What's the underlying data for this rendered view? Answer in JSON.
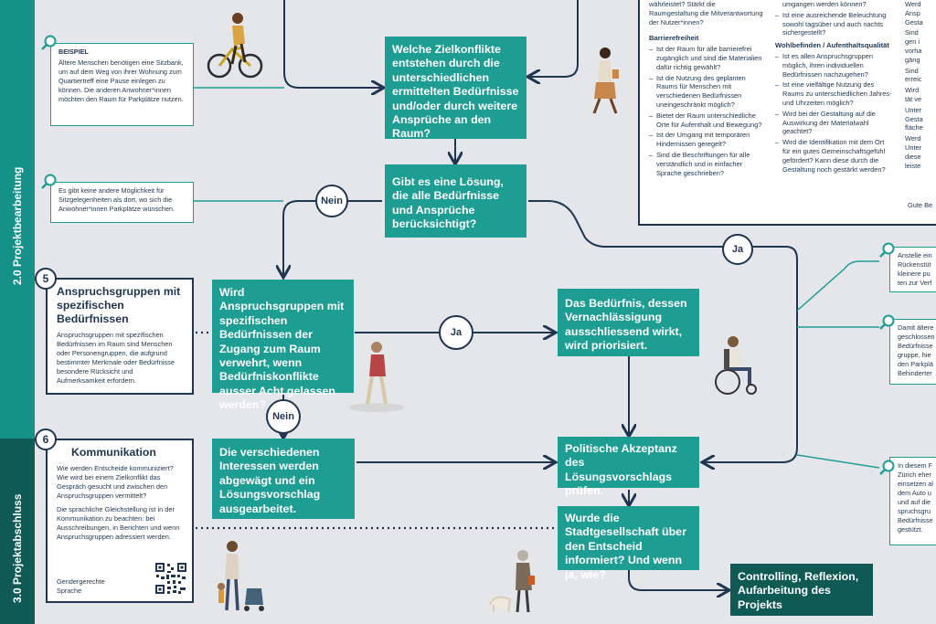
{
  "sections": {
    "projektbearbeitung": "2.0 Projektbearbeitung",
    "projektabschluss": "3.0 Projektabschluss"
  },
  "flow": {
    "zielkonflikte": "Welche Zielkonflikte entstehen durch die unterschiedlichen ermittelten Bedürfnisse und/oder durch weitere Ansprüche an den Raum?",
    "loesung": "Gibt es eine Lösung, die alle Bedürfnisse und Ansprüche berücksichtigt?",
    "anspruchsgruppen_frage": "Wird Anspruchsgruppen mit spezifischen Bedürfnissen der Zugang zum Raum verwehrt, wenn Bedürfniskonflikte ausser Acht gelassen werden?",
    "vernachlaessigung": "Das Bedürfnis, dessen Vernachlässigung ausschliessend wirkt, wird priorisiert.",
    "interessen": "Die verschiedenen Interessen werden abgewägt und ein Lösungsvorschlag ausgearbeitet.",
    "akzeptanz": "Politische Akzeptanz des Lösungsvorschlags prüfen.",
    "stadtgesellschaft": "Wurde die Stadtgesellschaft über den Entscheid informiert? Und wenn ja, wie?",
    "controlling": "Controlling, Reflexion, Aufarbeitung des Projekts"
  },
  "labels": {
    "nein": "Nein",
    "ja": "Ja"
  },
  "examples": {
    "beispiel_label": "BEISPIEL",
    "ex1": "Ältere Menschen benötigen eine Sitzbank, um auf dem Weg von ihrer Wohnung zum Quartiertreff eine Pause einlegen zu können. Die anderen Anwohner*innen möchten den Raum für Parkplätze nutzen.",
    "ex2": "Es gibt keine andere Möglichkeit für Sitzgelegenheiten als dort, wo sich die Anwohner*innen Parkplätze wünschen.",
    "right1": "Anstelle ein Rückenstüt kleinere pu ten zur Verf",
    "right2": "Damit ältere geschlossen Bedürfnisse gruppe, hie den Parkplä Behinderter",
    "right3": "In diesem F Zürich eher einsetzen al dem Auto u und auf die spruchsgru Bedürfnisse gestützt."
  },
  "box5": {
    "num": "5",
    "title": "Anspruchsgruppen mit spezifischen Bedürfnissen",
    "text": "Anspruchsgruppen mit spezifischen Bedürfnissen im Raum sind Menschen oder Personengruppen, die aufgrund bestimmter Merkmale oder Bedürfnisse besondere Rücksicht und Aufmerksamkeit erfordern."
  },
  "box6": {
    "num": "6",
    "title": "Kommunikation",
    "text1": "Wie werden Entscheide kommuniziert? Wie wird bei einem Zielkonflikt das Gespräch gesucht und zwischen den Anspruchsgruppen vermittelt?",
    "text2": "Die sprachliche Gleichstellung ist in der Kommunikation zu beachten: bei Ausschreibungen, in Berichten und wenn Anspruchsgruppen adressiert werden.",
    "qr_label": "Gendergerechte Sprache"
  },
  "questions": {
    "c1_top": "währleistet? Stärkt die Raumgestaltung die Mitverantwortung der Nutzer*innen?",
    "c1_head": "Barrierefreiheit",
    "c1_items": [
      "Ist der Raum für alle barrierefrei zugänglich und sind die Materialien dafür richtig gewählt?",
      "Ist die Nutzung des geplanten Raums für Menschen mit verschiedenen Bedürfnissen uneingeschränkt möglich?",
      "Bietet der Raum unterschiedliche Orte für Aufenthalt und Bewegung?",
      "Ist der Umgang mit temporären Hindernissen geregelt?",
      "Sind die Beschriftungen für alle verständlich und in einfacher Sprache geschrieben?"
    ],
    "c2_top": "umgangen werden können?",
    "c2_item0": "Ist eine ausreichende Beleuchtung sowohl tagsüber und auch nachts sichergestellt?",
    "c2_head": "Wohlbefinden / Aufenthaltsqualität",
    "c2_items": [
      "Ist es allen Anspruchsgruppen möglich, ihren individuellen Bedürfnissen nachzugehen?",
      "Ist eine vielfältige Nutzung des Raums zu unterschiedlichen Jahres- und Uhrzeiten möglich?",
      "Wird bei der Gestaltung auf die Auswirkung der Materialwahl geachtet?",
      "Wird die Identifikation mit dem Ort für ein gutes Gemeinschaftsgefühl gefördert? Kann diese durch die Gestaltung noch gestärkt werden?"
    ],
    "c3_lines": [
      "Werd",
      "Ansp",
      "Gesta",
      "Sind",
      "gen i",
      "vorha",
      "gäng",
      "Sind",
      "erreic",
      "Wird",
      "tät ve",
      "Unter",
      "Gesta",
      "fläche",
      "Werd",
      "Unter",
      "diese",
      "leiste"
    ],
    "c3_footer": "Gute Be"
  },
  "colors": {
    "teal": "#1e9d93",
    "dark_teal": "#0f5a55",
    "navy": "#1f3550",
    "bg": "#e4e6ea"
  }
}
